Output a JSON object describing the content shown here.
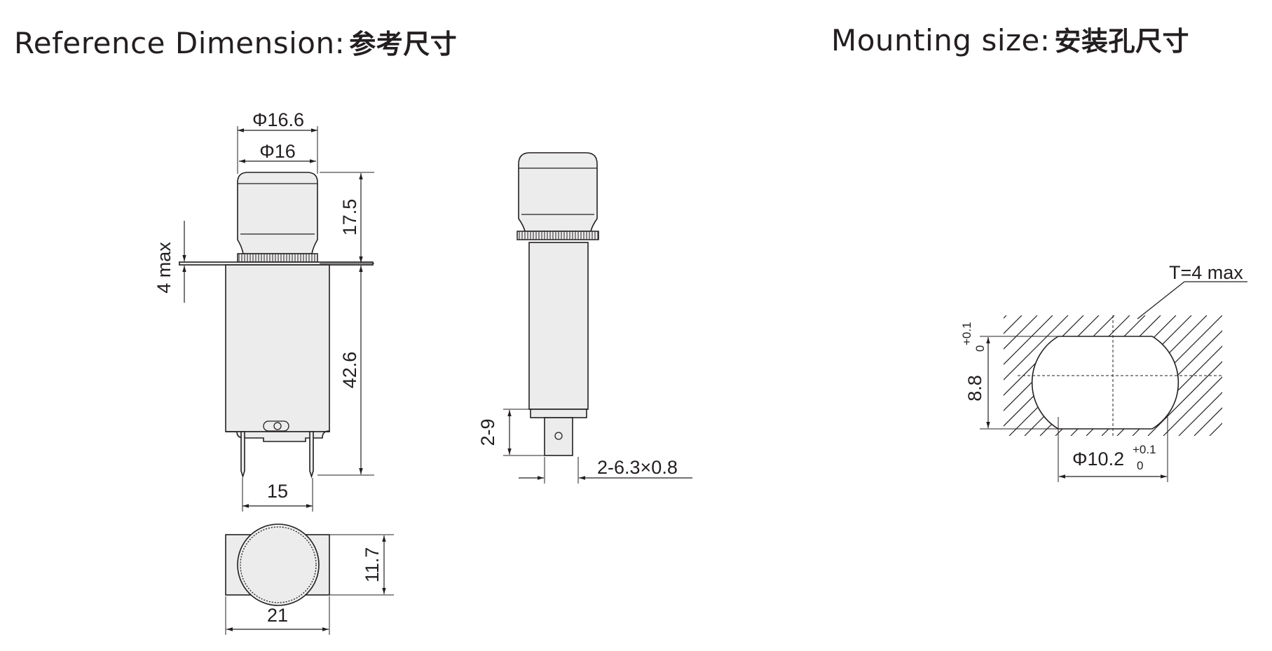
{
  "headings": {
    "reference": {
      "text": "Reference Dimension:",
      "zh": "参考尺寸"
    },
    "mounting": {
      "text": "Mounting size:",
      "zh": "安装孔尺寸"
    }
  },
  "dimensions": {
    "cap_outer_diameter": "Φ16.6",
    "cap_diameter": "Φ16",
    "cap_height": "17.5",
    "panel_thickness": "4 max",
    "body_height": "42.6",
    "terminal_spacing": "15",
    "terminal_length": "2-9",
    "terminal_size": "2-6.3×0.8",
    "bottom_depth": "11.7",
    "bottom_width": "21",
    "plate_thickness": "T=4 max",
    "hole_flat_width": "8.8",
    "hole_flat_tolerance_upper": "+0.1",
    "hole_flat_tolerance_lower": "0",
    "hole_diameter": "Φ10.2",
    "hole_diameter_tolerance_upper": "+0.1",
    "hole_diameter_tolerance_lower": "0"
  }
}
